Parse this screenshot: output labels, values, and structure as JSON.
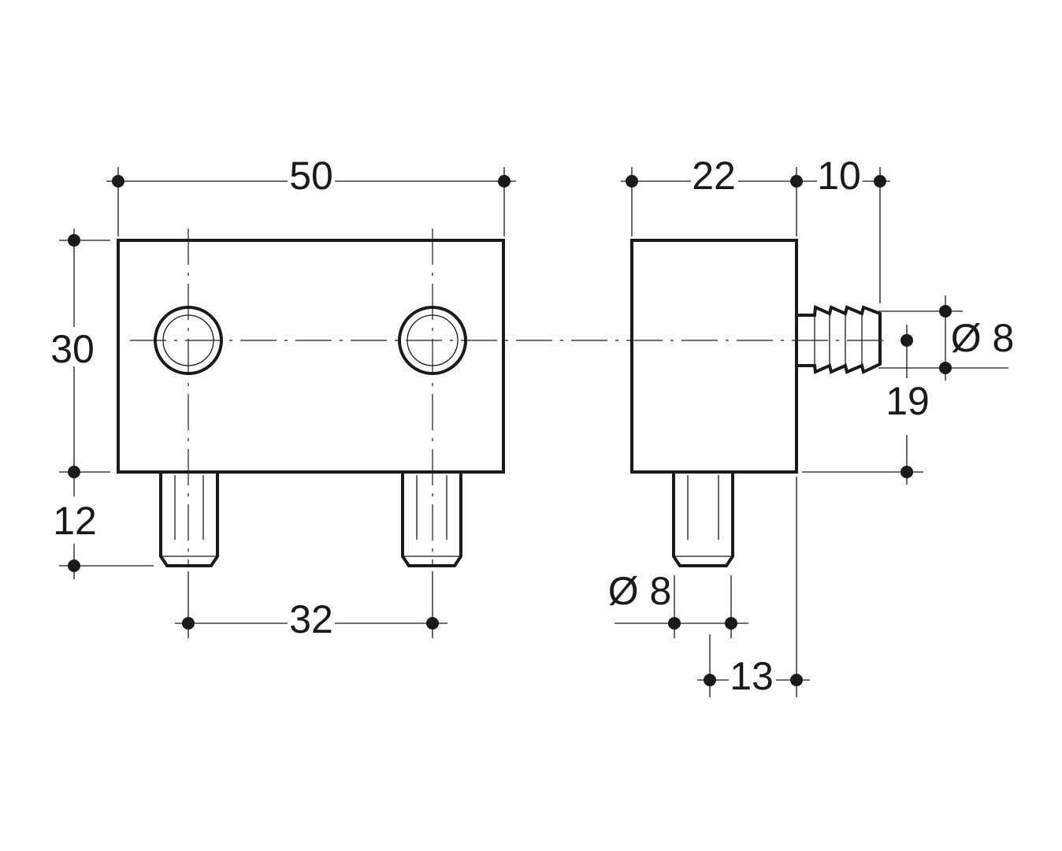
{
  "drawing": {
    "front_view": {
      "width_label": "50",
      "height_label": "30",
      "pin_length_label": "12",
      "pin_spacing_label": "32"
    },
    "side_view": {
      "depth_label": "22",
      "dowel_length_label": "10",
      "dowel_diameter_label": "Ø 8",
      "dowel_height_label": "19",
      "pin_diameter_label": "Ø 8",
      "pin_offset_label": "13"
    }
  }
}
